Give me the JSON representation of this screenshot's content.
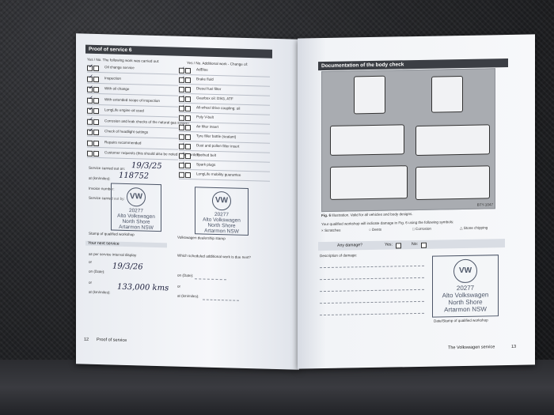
{
  "left_page": {
    "header": "Proof of service 6",
    "col1_header": "Yes / No. The following work was carried out:",
    "col2_header": "Yes / No. Additional work - Change of:",
    "col1_items": [
      "Oil change service",
      "Inspection",
      "With oil change",
      "With extended scope of inspection",
      "LongLife engine oil used",
      "Corrosion and leak checks of the natural gas system",
      "Check of headlight settings",
      "Repairs recommended",
      "Customer requests (this should also be noted on the order)"
    ],
    "col2_items": [
      "AdBlue",
      "Brake fluid",
      "Diesel fuel filter",
      "Gearbox oil: DSG, ATF",
      "All-wheel drive coupling: oil",
      "Poly V-belt",
      "Air filter insert",
      "Tyre filler bottle (sealant)",
      "Dust and pollen filter insert",
      "Toothed belt",
      "Spark plugs",
      "LongLife mobility guarantee"
    ],
    "service_carried_out_on": "Service carried out on:",
    "at_km_miles": "at (km/miles):",
    "invoice_number": "Invoice number:",
    "service_carried_out_by": "Service carried out by:",
    "stamp_workshop": "Stamp of qualified workshop",
    "vw_dealership_stamp": "Volkswagen dealership stamp",
    "your_next_service": "Your next service",
    "as_per_service_interval": "as per service interval display",
    "or": "or",
    "on_date": "on (Date):",
    "which_additional_work": "Which scheduled additional work is due next?",
    "footer_page": "12",
    "footer_title": "Proof of service"
  },
  "handwriting": {
    "service_date": "19/3/25",
    "service_km": "118752",
    "next_date": "19/3/26",
    "next_km": "133,000 kms"
  },
  "stamp": {
    "dealer_no": "20277",
    "line1": "Alto Volkswagen",
    "line2": "North Shore",
    "line3": "Artarmon NSW"
  },
  "right_page": {
    "header": "Documentation of the body check",
    "fig_caption_label": "Fig. 6",
    "fig_caption": "Illustration. Valid for all vehicles and body designs.",
    "ref_code": "BTY-1047",
    "symbols_intro": "Your qualified workshop will indicate damage in Fig. 6 using the following symbols:",
    "symbols": [
      "× Scratches",
      "○ Dents",
      "□ Corrosion",
      "△ Stone chipping"
    ],
    "any_damage": "Any damage?",
    "yes": "Yes:",
    "no": "No:",
    "description_of_damage": "Description of damage:",
    "date_stamp_label": "Date/Stamp of qualified workshop",
    "footer_title": "The Volkswagen service",
    "footer_page": "13"
  }
}
